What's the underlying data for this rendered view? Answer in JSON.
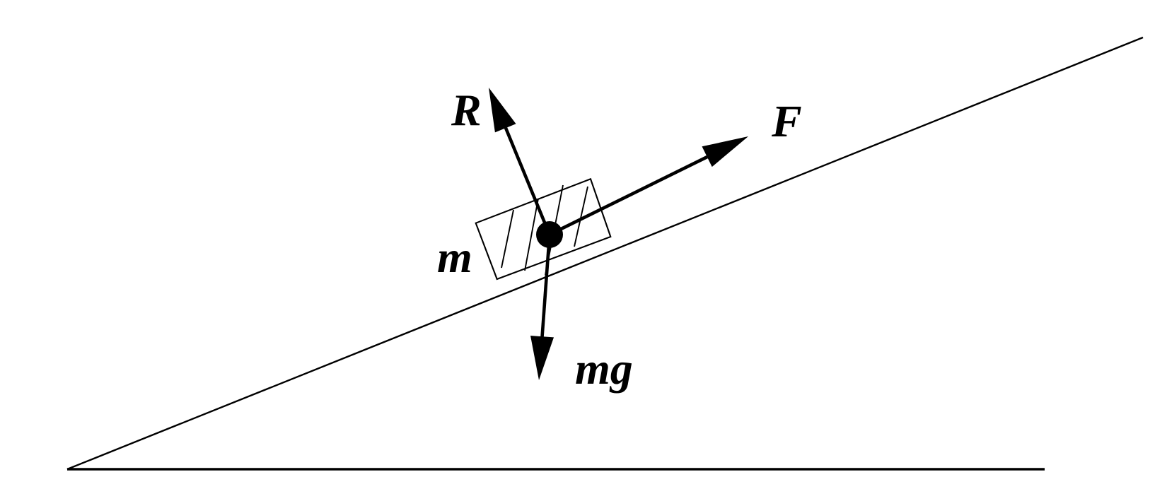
{
  "figure": {
    "type": "free-body-diagram",
    "description": "Block of mass m resting on an inclined plane with normal reaction R perpendicular to the slope, applied force F up the slope, and weight mg acting downward",
    "background_color": "#ffffff",
    "ink_color": "#000000",
    "incline_angle_degrees": 22,
    "labels": {
      "normal_force": "R",
      "applied_force": "F",
      "mass": "m",
      "weight": "mg"
    }
  }
}
